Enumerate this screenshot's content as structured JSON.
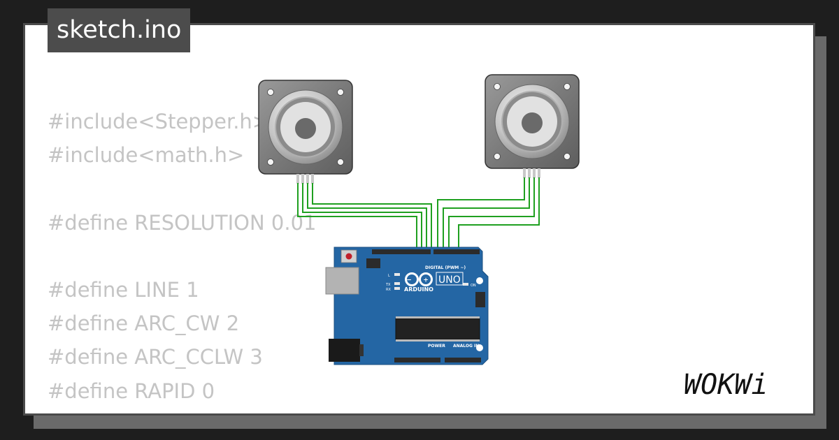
{
  "editor": {
    "tab_label": "sketch.ino",
    "code_lines": [
      "#include<Stepper.h>",
      "#include<math.h>",
      "",
      "#define RESOLUTION 0.01",
      "",
      "#define LINE 1",
      "#define ARC_CW 2",
      "#define ARC_CCLW 3",
      "#define RAPID 0"
    ]
  },
  "board": {
    "brand": "ARDUINO",
    "model": "UNO",
    "digital_label": "DIGITAL (PWM ~)",
    "power_label": "POWER",
    "analog_label": "ANALOG IN",
    "led_l": "L",
    "led_tx": "TX",
    "led_rx": "RX",
    "led_on": "ON",
    "colors": {
      "pcb": "#2466a4",
      "wire": "#1fa020"
    }
  },
  "logo": {
    "text": "WOKWi"
  }
}
